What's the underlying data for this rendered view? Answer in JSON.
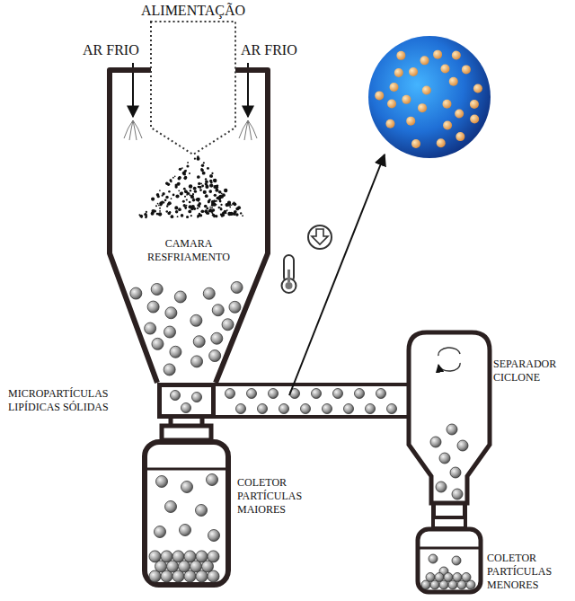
{
  "diagram": {
    "nodes": [
      {
        "text": [
          "CAMARA RESFRIAMENTO"
        ]
      },
      {
        "text": [
          "ALIMENTAÇÃO"
        ],
        "in": 0
      },
      {
        "text": [
          "MICROPARTÍCULAS LIPÍDICAS SÓLIDAS"
        ]
      },
      {
        "text": [
          "SEPARADOR CICLONE"
        ]
      },
      {
        "text": [
          "COLETOR PARTÍCULAS MAIORES"
        ]
      },
      {
        "text": [
          "COLETOR PARTÍCULAS MENORES"
        ]
      }
    ],
    "edges": [
      {
        "from": 2,
        "to": 3,
        "arrow": "none"
      },
      {
        "from": 2,
        "to": 4,
        "arrow": "none"
      },
      {
        "from": 3,
        "to": 5,
        "arrow": "none"
      }
    ],
    "labels": [
      "AR FRIO",
      "AR FRIO"
    ]
  }
}
